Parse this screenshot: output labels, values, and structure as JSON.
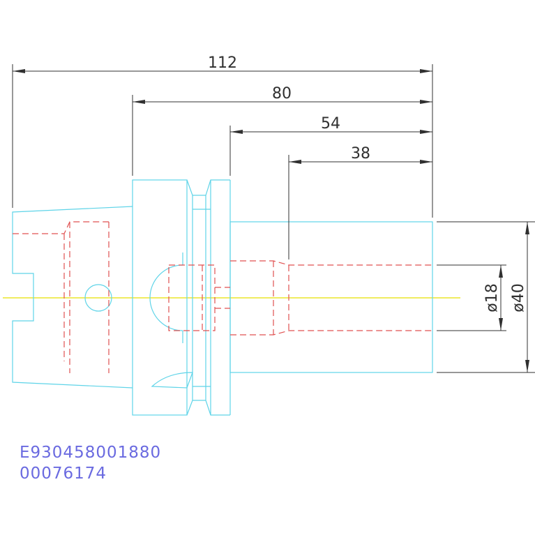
{
  "dimensions": {
    "length_total": "112",
    "length_80": "80",
    "length_54": "54",
    "length_38": "38",
    "diameter_small": "ø18",
    "diameter_large": "ø40"
  },
  "codes": {
    "part_number": "E930458001880",
    "serial_number": "00076174"
  },
  "colors": {
    "outline": "#5fd4e8",
    "hidden_lines": "#e05050",
    "centerline": "#e8e000",
    "dimension": "#303030",
    "code_text": "#6a6ae0"
  }
}
